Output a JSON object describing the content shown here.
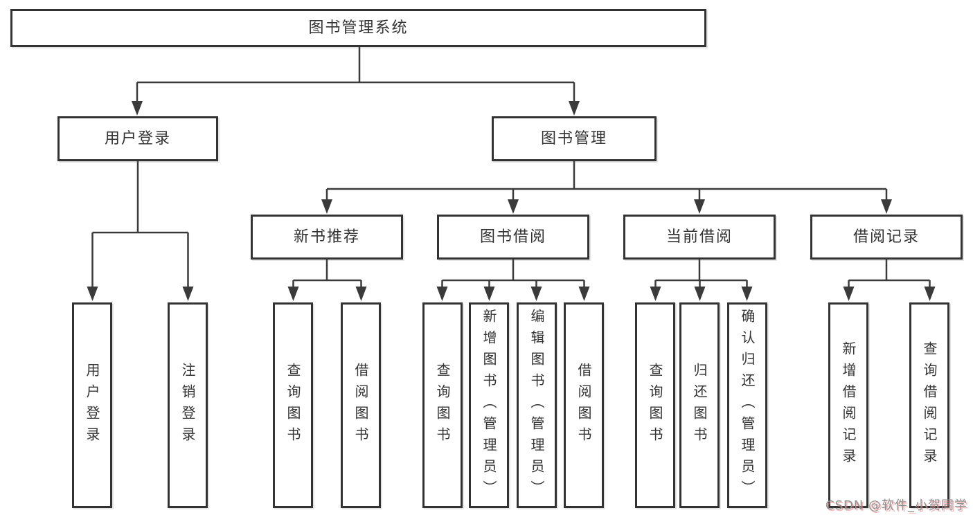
{
  "tree": {
    "root": "图书管理系统",
    "children": [
      {
        "label": "用户登录",
        "children": [
          "用户登录",
          "注销登录"
        ]
      },
      {
        "label": "图书管理",
        "children": [
          {
            "label": "新书推荐",
            "children": [
              "查询图书",
              "借阅图书"
            ]
          },
          {
            "label": "图书借阅",
            "children": [
              "查询图书",
              "新增图书（管理员）",
              "编辑图书（管理员）",
              "借阅图书"
            ]
          },
          {
            "label": "当前借阅",
            "children": [
              "查询图书",
              "归还图书",
              "确认归还（管理员）"
            ]
          },
          {
            "label": "借阅记录",
            "children": [
              "新增借阅记录",
              "查询借阅记录"
            ]
          }
        ]
      }
    ]
  },
  "watermark": {
    "text": "CSDN @软件_小贺同学"
  },
  "colors": {
    "background": "#ffffff",
    "box_border": "#333333",
    "connector_line": "#3a3a3a",
    "text": "#333333",
    "watermark_gray": "#909090",
    "watermark_shadow_red": "#f27878"
  }
}
